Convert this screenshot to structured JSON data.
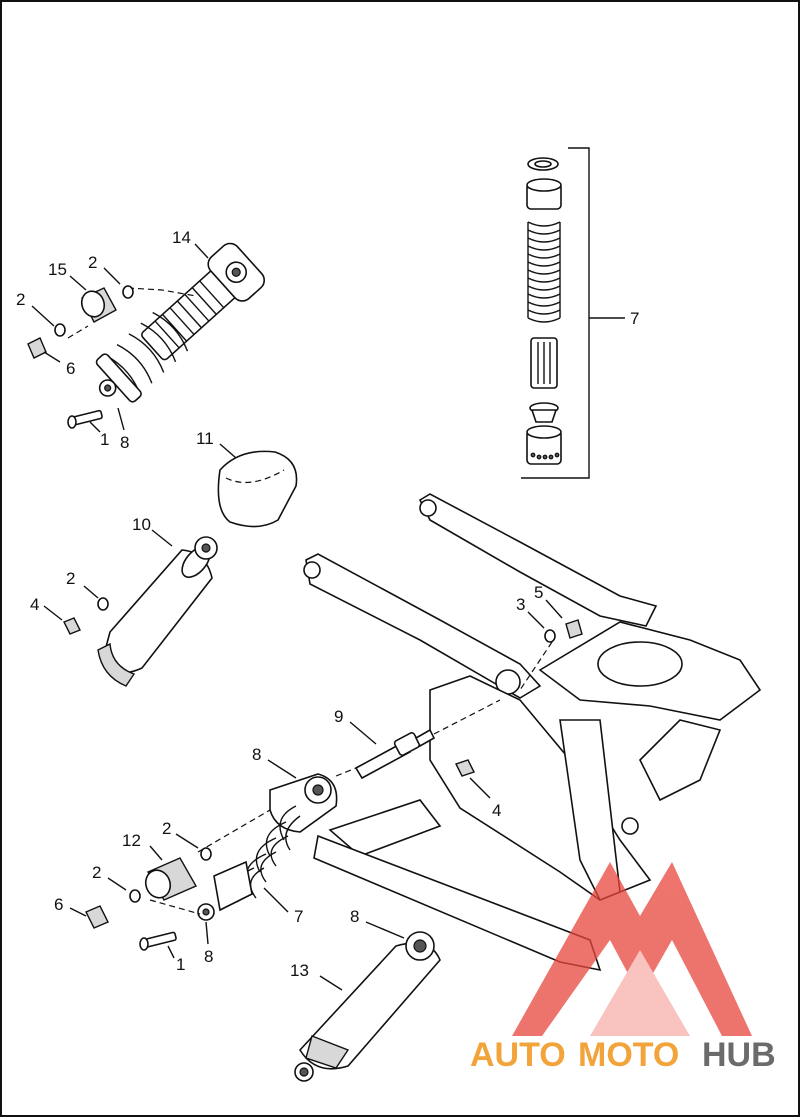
{
  "callouts": [
    {
      "id": "c14a",
      "label": "14"
    },
    {
      "id": "c2a",
      "label": "2"
    },
    {
      "id": "c15",
      "label": "15"
    },
    {
      "id": "c2b",
      "label": "2"
    },
    {
      "id": "c6a",
      "label": "6"
    },
    {
      "id": "c1a",
      "label": "1"
    },
    {
      "id": "c8a",
      "label": "8"
    },
    {
      "id": "c11",
      "label": "11"
    },
    {
      "id": "c10",
      "label": "10"
    },
    {
      "id": "c2c",
      "label": "2"
    },
    {
      "id": "c4a",
      "label": "4"
    },
    {
      "id": "c7a",
      "label": "7"
    },
    {
      "id": "c3",
      "label": "3"
    },
    {
      "id": "c5",
      "label": "5"
    },
    {
      "id": "c9",
      "label": "9"
    },
    {
      "id": "c4b",
      "label": "4"
    },
    {
      "id": "c8b",
      "label": "8"
    },
    {
      "id": "c12",
      "label": "12"
    },
    {
      "id": "c2d",
      "label": "2"
    },
    {
      "id": "c2e",
      "label": "2"
    },
    {
      "id": "c6b",
      "label": "6"
    },
    {
      "id": "c7b",
      "label": "7"
    },
    {
      "id": "c8c",
      "label": "8"
    },
    {
      "id": "c1b",
      "label": "1"
    },
    {
      "id": "c8d",
      "label": "8"
    },
    {
      "id": "c13",
      "label": "13"
    }
  ],
  "watermark": {
    "part1": "AUTO",
    "part2": "MOTO",
    "part3": "HUB",
    "color_primary": "#f2a43a",
    "color_secondary": "#6b6b6b",
    "logo_color": "#e8463c"
  }
}
